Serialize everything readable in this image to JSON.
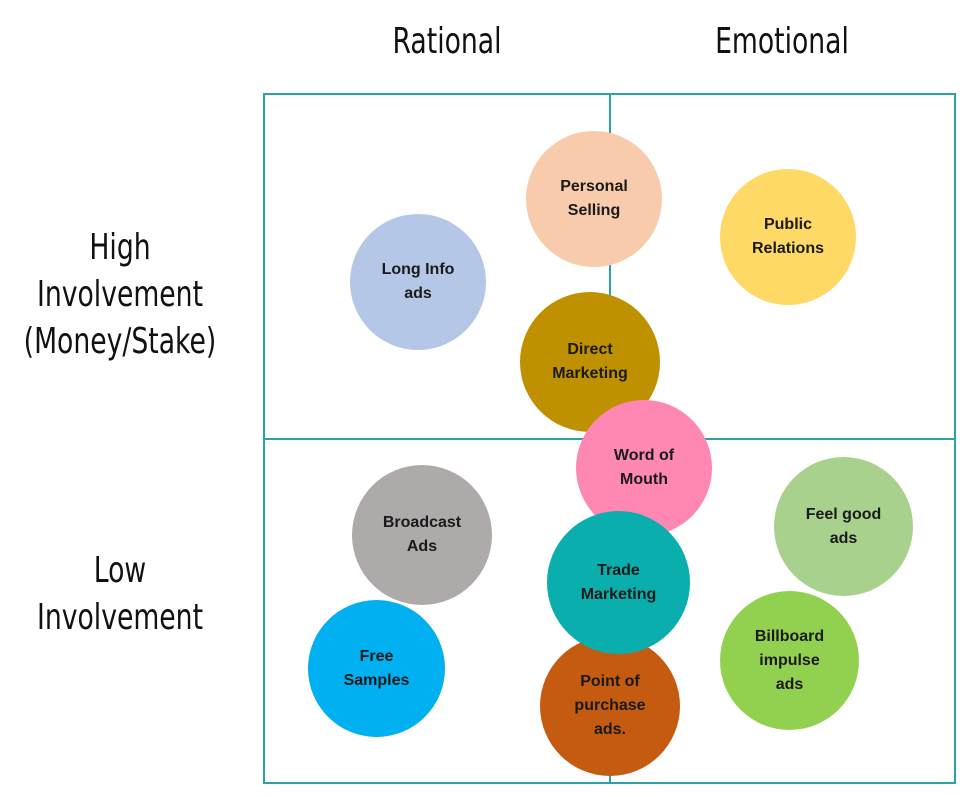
{
  "columns": {
    "rational": "Rational",
    "emotional": "Emotional"
  },
  "rows": {
    "high": "High\nInvolvement\n(Money/Stake)",
    "low": "Low\nInvolvement"
  },
  "bubbles": {
    "personal_selling": {
      "label": "Personal\nSelling",
      "color": "#F8CBAD"
    },
    "public_relations": {
      "label": "Public\nRelations",
      "color": "#FFD966"
    },
    "long_info_ads": {
      "label": "Long Info\nads",
      "color": "#B4C7E7"
    },
    "direct_marketing": {
      "label": "Direct\nMarketing",
      "color": "#BF9000"
    },
    "word_of_mouth": {
      "label": "Word of\nMouth",
      "color": "#FF87B3"
    },
    "broadcast_ads": {
      "label": "Broadcast\nAds",
      "color": "#AEAAAA"
    },
    "feel_good_ads": {
      "label": "Feel good\nads",
      "color": "#A9D18E"
    },
    "trade_marketing": {
      "label": "Trade\nMarketing",
      "color": "#0AAEAD"
    },
    "free_samples": {
      "label": "Free\nSamples",
      "color": "#00B0F0"
    },
    "billboard_impulse_ads": {
      "label": "Billboard\nimpulse\nads",
      "color": "#92D050"
    },
    "point_of_purchase_ads": {
      "label": "Point of\npurchase\nads.",
      "color": "#C55A11"
    }
  },
  "colors": {
    "grid_border": "#2AA3A8",
    "text": "#111111"
  }
}
